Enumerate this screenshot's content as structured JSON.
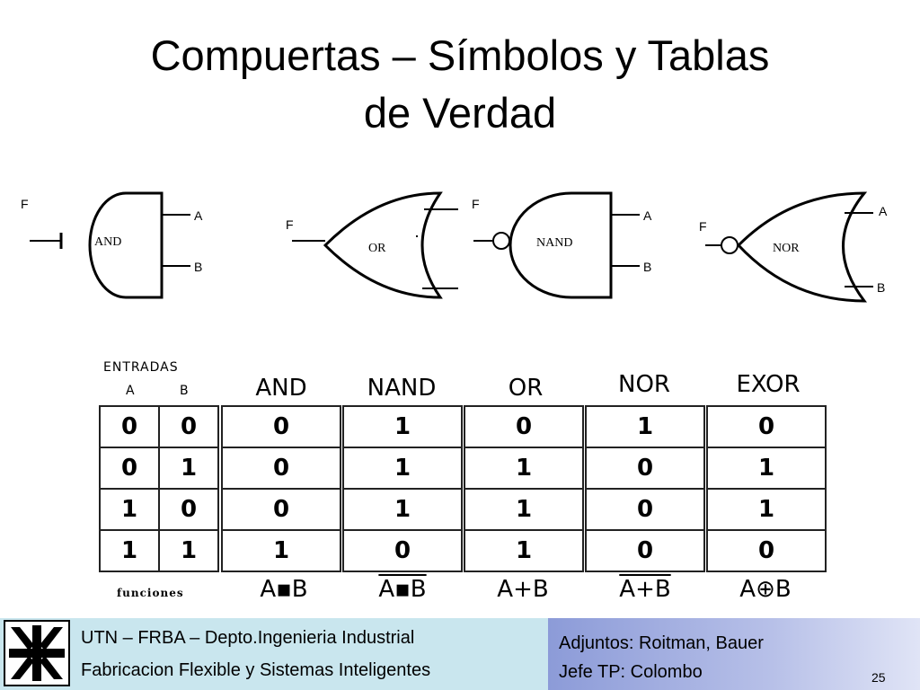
{
  "slide": {
    "title_line1": "Compuertas – Símbolos y Tablas",
    "title_line2": "de Verdad"
  },
  "gates": [
    {
      "name": "AND",
      "out": "F",
      "in_a": "A",
      "in_b": "B"
    },
    {
      "name": "OR",
      "out": "F"
    },
    {
      "name": "NAND",
      "out": "F",
      "in_a": "A",
      "in_b": "B"
    },
    {
      "name": "NOR",
      "out": "F",
      "in_a": "A",
      "in_b": "B"
    }
  ],
  "table": {
    "inputs_label": "ENTRADAS",
    "input_cols": [
      "A",
      "B"
    ],
    "output_headers": [
      "AND",
      "NAND",
      "OR",
      "NOR",
      "EXOR"
    ],
    "rows": [
      [
        "0",
        "0",
        "0",
        "1",
        "0",
        "1",
        "0"
      ],
      [
        "0",
        "1",
        "0",
        "1",
        "1",
        "0",
        "1"
      ],
      [
        "1",
        "0",
        "0",
        "1",
        "1",
        "0",
        "1"
      ],
      [
        "1",
        "1",
        "1",
        "0",
        "1",
        "0",
        "0"
      ]
    ],
    "functions_label": "funciones",
    "functions": [
      "A▪B",
      "A▪B",
      "A+B",
      "A+B",
      "A⊕B"
    ]
  },
  "footer": {
    "line1": "UTN – FRBA – Depto.Ingenieria Industrial",
    "line2": "Fabricacion Flexible y Sistemas Inteligentes",
    "right1": "Adjuntos: Roitman, Bauer",
    "right2": "Jefe TP: Colombo",
    "page": "25"
  }
}
